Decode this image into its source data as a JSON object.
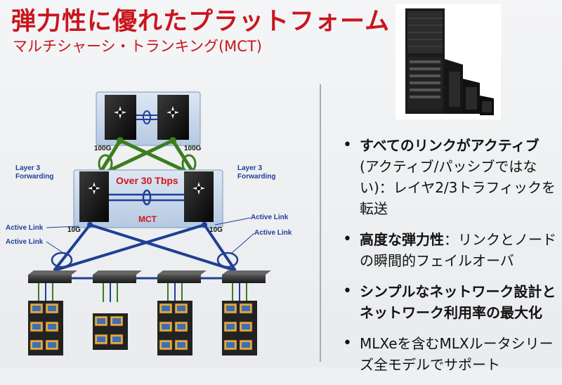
{
  "title": "弾力性に優れたプラットフォーム",
  "subtitle": "マルチシャーシ・トランキング(MCT)",
  "diagram": {
    "link_top_left": "100G",
    "link_top_right": "100G",
    "layer3_left_line1": "Layer 3",
    "layer3_left_line2": "Forwarding",
    "layer3_right_line1": "Layer 3",
    "layer3_right_line2": "Forwarding",
    "throughput": "Over 30 Tbps",
    "mct": "MCT",
    "link_mid_left": "10G",
    "link_mid_right": "10G",
    "active_link_1": "Active Link",
    "active_link_2": "Active Link",
    "active_link_3": "Active Link",
    "active_link_4": "Active Link"
  },
  "bullets": [
    {
      "strong": "すべてのリンクがアクティブ",
      "rest": " (アクティブ/パッシブではない)：レイヤ2/3トラフィックを転送"
    },
    {
      "strong": "高度な弾力性",
      "rest": "：リンクとノードの瞬間的フェイルオーバ"
    },
    {
      "strong": "シンプルなネットワーク設計とネットワーク利用率の最大化",
      "rest": ""
    },
    {
      "strong": "",
      "rest": "MLXeを含むMLXルータシリーズ全モデルでサポート"
    }
  ],
  "colors": {
    "title_red": "#c8161d",
    "link_green": "#3d7d1f",
    "link_blue": "#1f3f95",
    "throughput_red": "#d1161c",
    "switch_black": "#0b0b0b",
    "box_fill": "#c6d6ea"
  },
  "icons": [
    "router-icon",
    "server-rack-icon",
    "chassis-photo"
  ]
}
